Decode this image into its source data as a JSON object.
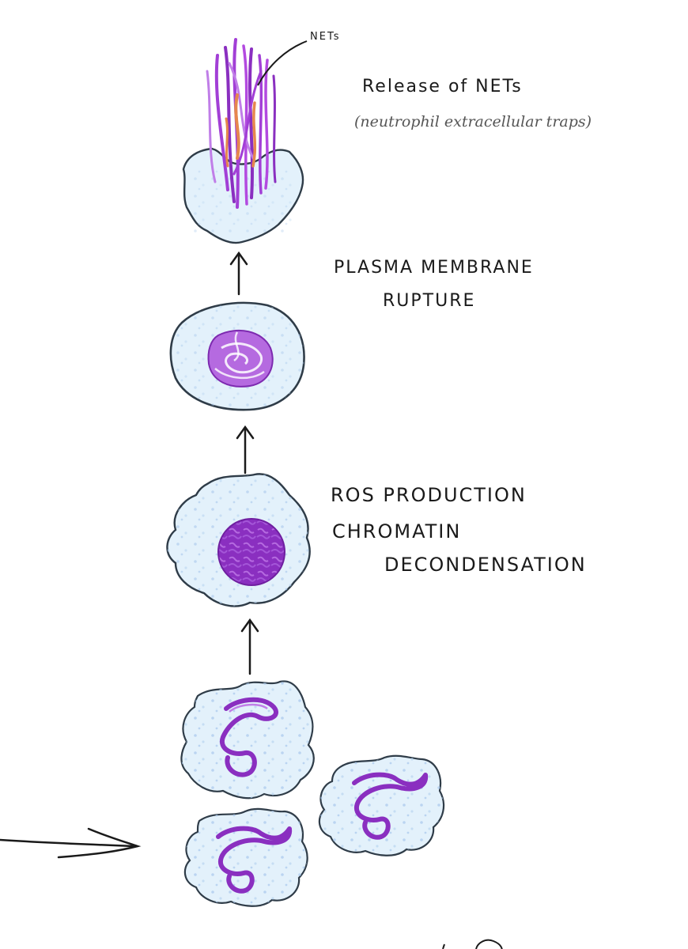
{
  "labels": {
    "nets_annotation": "NETs",
    "release": "Release of NETs",
    "release_sub": "(neutrophil extracellular traps)",
    "rupture_line1": "PLASMA MEMBRANE",
    "rupture_line2": "RUPTURE",
    "ros_line1": "ROS PRODUCTION",
    "ros_line2": "CHROMATIN",
    "ros_line3": "DECONDENSATION"
  },
  "colors": {
    "ink": "#1a1a1a",
    "cell_fill": "#e3f1fb",
    "cell_outline": "#2f3c48",
    "nucleus": "#8a2fc0",
    "nucleus_light": "#c07ee8",
    "net_strand": "#a23fd6",
    "net_accent": "#e6874d"
  }
}
